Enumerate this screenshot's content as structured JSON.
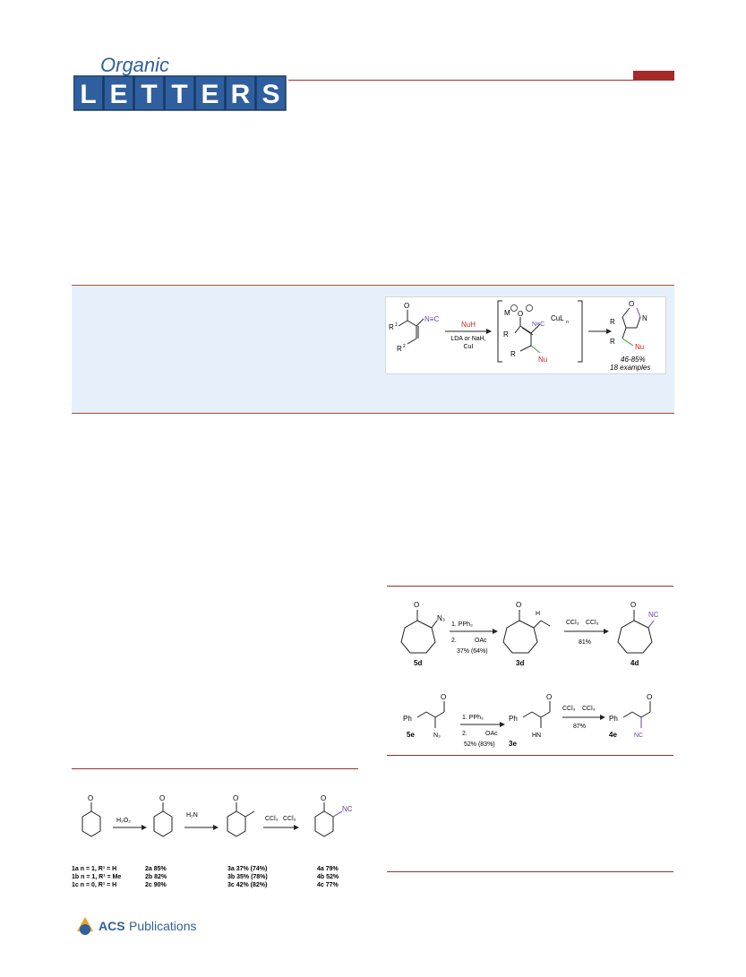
{
  "header": {
    "journal_script": "Organic",
    "journal_letters": [
      "L",
      "E",
      "T",
      "T",
      "E",
      "R",
      "S"
    ]
  },
  "toc": {
    "r1": "R",
    "r1_sup": "1",
    "r2": "R",
    "r2_sup": "2",
    "o_label": "O",
    "isocyanide": "N≡C",
    "reagent_nu": "NuH",
    "reagent_base": "LDA or NaH,",
    "reagent_cu": "CuI",
    "metal": "M",
    "cul": "CuL",
    "cul_sub": "n",
    "nu": "Nu",
    "oxazole_o": "O",
    "oxazole_n": "N",
    "yield_range": "46-85%",
    "examples": "18 examples"
  },
  "scheme1": {
    "reagent_1": "H₂O₂",
    "reagent_2": "H₂N",
    "ccl3": "CCl₃",
    "nc": "NC",
    "rows": [
      {
        "sm": "1a n = 1, R¹ = H",
        "ep": "2a 85%",
        "fm": "3a 37% (74%)",
        "pr": "4a 79%"
      },
      {
        "sm": "1b n = 1, R¹ = Me",
        "ep": "2b 82%",
        "fm": "3b 35% (78%)",
        "pr": "4b 52%"
      },
      {
        "sm": "1c n = 0, R¹ = H",
        "ep": "2c 90%",
        "fm": "3c 42% (82%)",
        "pr": "4c 77%"
      }
    ]
  },
  "scheme2": {
    "n3": "N₃",
    "nh": "H",
    "nc": "NC",
    "pph3": "1. PPh₃",
    "step2": "2.",
    "oac": "OAc",
    "ccl3": "CCl₃",
    "yield_5d": "37% (64%)",
    "yield_4d": "81%",
    "yield_5e": "52% (83%)",
    "yield_4e": "87%",
    "ph": "Ph",
    "hn": "HN",
    "labels": {
      "d1": "5d",
      "d2": "3d",
      "d3": "4d",
      "e1": "5e",
      "e2": "3e",
      "e3": "4e"
    }
  },
  "footer": {
    "publisher_bold": "ACS",
    "publisher_light": "Publications"
  },
  "colors": {
    "accent": "#a52a2a",
    "abstract_bg": "#e5f0fa",
    "nc_purple": "#6b3fa0",
    "nu_red": "#cc2222",
    "bond_green": "#2e9e3a",
    "logo_blue": "#2f5f9e"
  }
}
